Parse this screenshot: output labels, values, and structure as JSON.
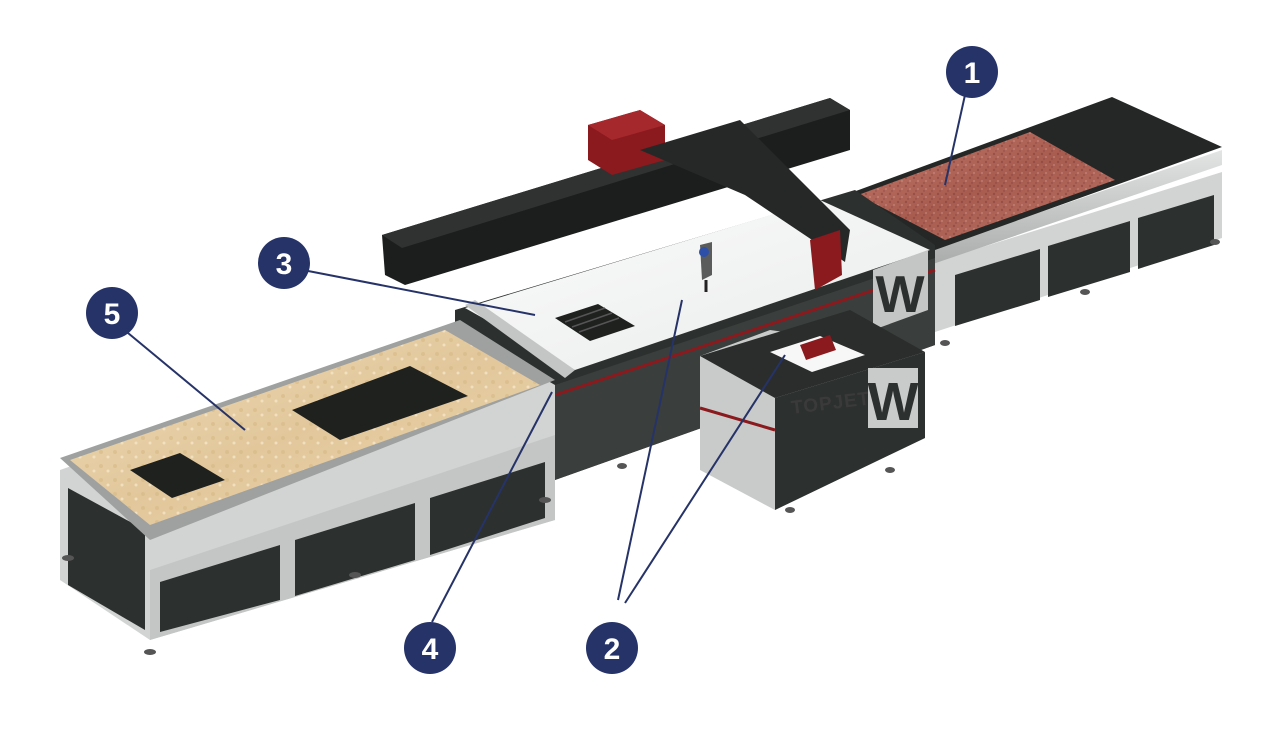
{
  "machine": {
    "brand": "TOPJET",
    "logo_glyph": "W"
  },
  "colors": {
    "callout": "#263368",
    "frame_dark": "#2c302e",
    "frame_silver": "#c4c6c5",
    "gantry_red": "#8a1a1e",
    "marble_beige": "#e6cfa6",
    "granite_red": "#b56a5e",
    "cut_black": "#1f211f"
  },
  "callouts": [
    {
      "id": "callout-1",
      "label": "1"
    },
    {
      "id": "callout-2",
      "label": "2"
    },
    {
      "id": "callout-3",
      "label": "3"
    },
    {
      "id": "callout-4",
      "label": "4"
    },
    {
      "id": "callout-5",
      "label": "5"
    }
  ]
}
